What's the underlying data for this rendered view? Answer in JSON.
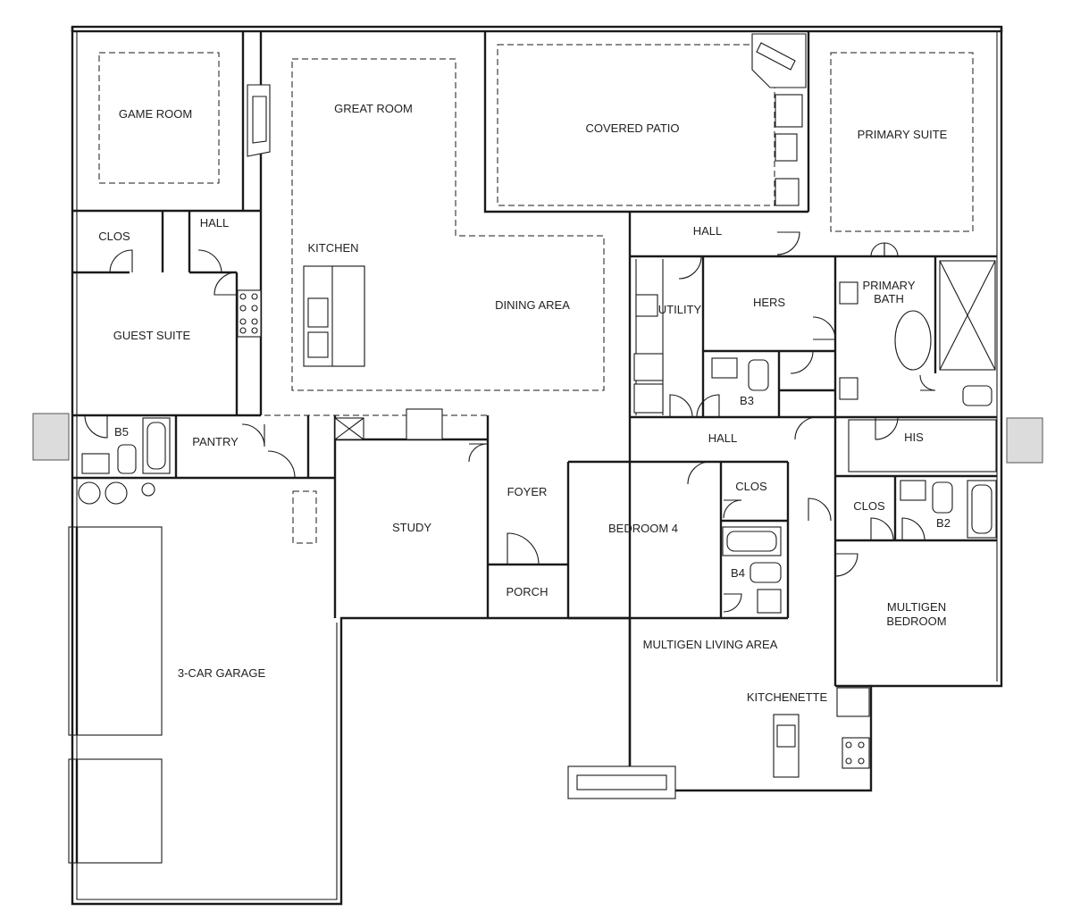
{
  "rooms": {
    "game_room": "GAME ROOM",
    "great_room": "GREAT ROOM",
    "covered_patio": "COVERED PATIO",
    "primary_suite": "PRIMARY SUITE",
    "clos_guest": "CLOS",
    "hall_guest": "HALL",
    "hall_primary": "HALL",
    "kitchen": "KITCHEN",
    "dining_area": "DINING AREA",
    "utility": "UTILITY",
    "hers": "HERS",
    "primary_bath_1": "PRIMARY",
    "primary_bath_2": "BATH",
    "guest_suite": "GUEST SUITE",
    "b3": "B3",
    "b5": "B5",
    "pantry": "PANTRY",
    "hall_center": "HALL",
    "his": "HIS",
    "foyer": "FOYER",
    "clos_bed4": "CLOS",
    "clos_b2": "CLOS",
    "b2": "B2",
    "study": "STUDY",
    "bedroom_4": "BEDROOM 4",
    "b4": "B4",
    "porch": "PORCH",
    "multigen_bedroom_1": "MULTIGEN",
    "multigen_bedroom_2": "BEDROOM",
    "multigen_living": "MULTIGEN LIVING AREA",
    "kitchenette": "KITCHENETTE",
    "garage": "3-CAR GARAGE"
  }
}
